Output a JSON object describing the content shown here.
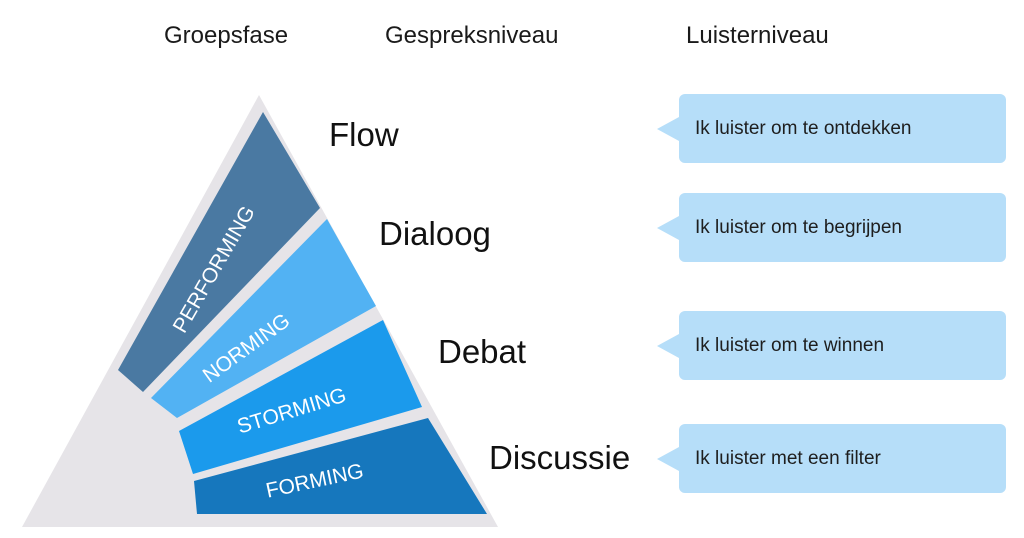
{
  "headers": {
    "groepsfase": "Groepsfase",
    "gespreksniveau": "Gespreksniveau",
    "luisterniveau": "Luisterniveau"
  },
  "bands": [
    {
      "label": "PERFORMING",
      "color": "#4a79a2"
    },
    {
      "label": "NORMING",
      "color": "#52b2f3"
    },
    {
      "label": "STORMING",
      "color": "#1b9aec"
    },
    {
      "label": "FORMING",
      "color": "#1677bd"
    }
  ],
  "levels": [
    "Flow",
    "Dialoog",
    "Debat",
    "Discussie"
  ],
  "listening": [
    "Ik luister om te ontdekken",
    "Ik luister om te begrijpen",
    "Ik luister om te winnen",
    "Ik luister met een filter"
  ],
  "colors": {
    "outer_triangle": "#e6e4e8",
    "bubble": "#b6def9"
  }
}
